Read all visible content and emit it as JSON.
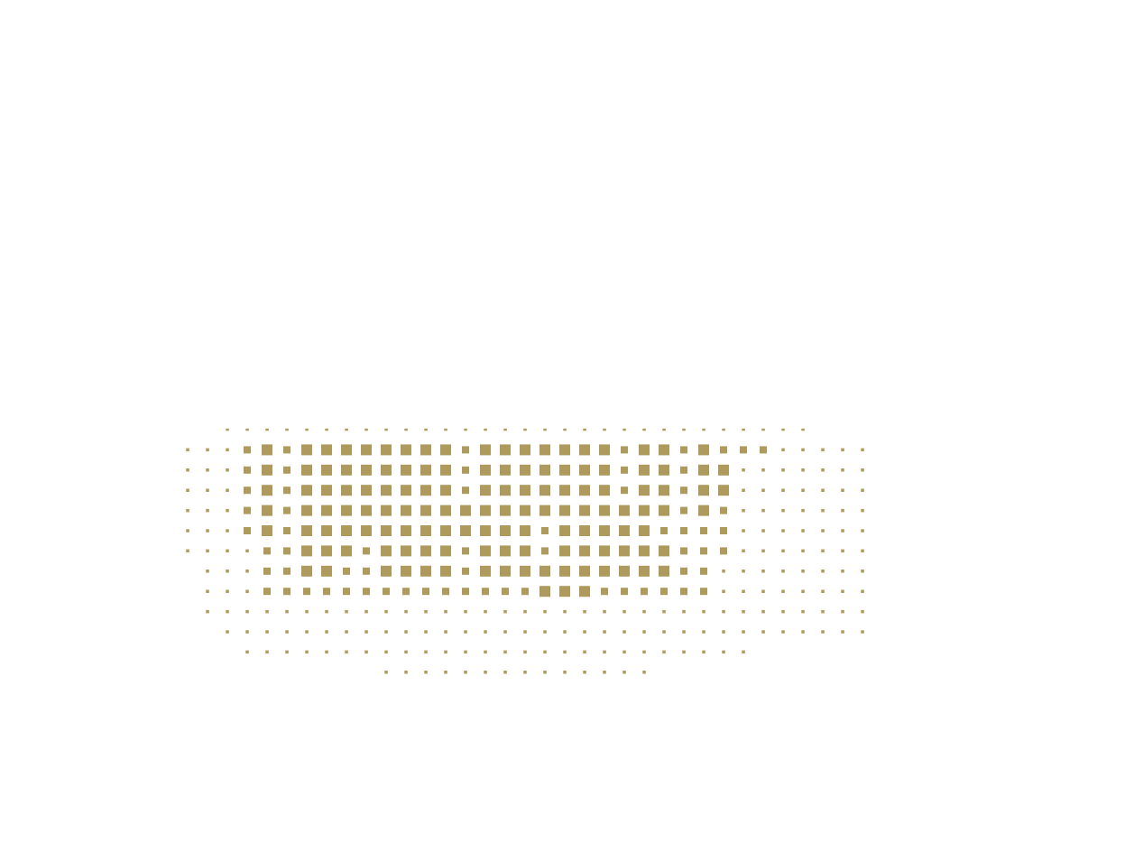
{
  "background_color": "#ffffff",
  "mark_color": "#ad9a5c",
  "mark_shape": "square",
  "pattern": {
    "description_key": "dot-matrix-halftone-band",
    "rows": [
      {
        "sizes": [
          0,
          0,
          1,
          1,
          1,
          1,
          1,
          1,
          1,
          1,
          1,
          1,
          1,
          1,
          1,
          1,
          1,
          1,
          1,
          1,
          1,
          1,
          1,
          1,
          1,
          1,
          1,
          1,
          1,
          1,
          1,
          1,
          0,
          0,
          0
        ]
      },
      {
        "sizes": [
          1,
          1,
          1,
          2,
          3,
          2,
          3,
          3,
          3,
          3,
          3,
          3,
          3,
          3,
          2,
          3,
          3,
          3,
          3,
          3,
          3,
          3,
          2,
          3,
          3,
          2,
          3,
          2,
          2,
          2,
          1,
          1,
          1,
          1,
          1
        ]
      },
      {
        "sizes": [
          1,
          1,
          1,
          2,
          3,
          2,
          3,
          3,
          3,
          3,
          3,
          3,
          3,
          3,
          2,
          3,
          3,
          3,
          3,
          3,
          3,
          3,
          2,
          3,
          3,
          2,
          3,
          3,
          1,
          1,
          1,
          1,
          1,
          1,
          1
        ]
      },
      {
        "sizes": [
          1,
          1,
          1,
          2,
          3,
          2,
          3,
          3,
          3,
          3,
          3,
          3,
          3,
          3,
          2,
          3,
          3,
          3,
          3,
          3,
          3,
          3,
          2,
          3,
          3,
          2,
          3,
          3,
          1,
          1,
          1,
          1,
          1,
          1,
          1
        ]
      },
      {
        "sizes": [
          1,
          1,
          1,
          2,
          3,
          2,
          3,
          3,
          3,
          3,
          3,
          3,
          3,
          3,
          3,
          3,
          3,
          3,
          3,
          3,
          3,
          3,
          3,
          3,
          3,
          2,
          3,
          2,
          1,
          1,
          1,
          1,
          1,
          1,
          1
        ]
      },
      {
        "sizes": [
          1,
          1,
          1,
          2,
          3,
          2,
          3,
          3,
          3,
          3,
          3,
          3,
          3,
          3,
          3,
          3,
          3,
          3,
          2,
          3,
          3,
          3,
          3,
          3,
          2,
          2,
          2,
          2,
          1,
          1,
          1,
          1,
          1,
          1,
          1
        ]
      },
      {
        "sizes": [
          1,
          1,
          1,
          1,
          2,
          2,
          3,
          3,
          3,
          2,
          3,
          3,
          3,
          3,
          2,
          3,
          3,
          3,
          2,
          3,
          3,
          3,
          3,
          3,
          3,
          2,
          2,
          2,
          1,
          1,
          1,
          1,
          1,
          1,
          1
        ]
      },
      {
        "sizes": [
          0,
          1,
          1,
          1,
          2,
          2,
          3,
          3,
          2,
          2,
          3,
          3,
          3,
          3,
          2,
          3,
          3,
          3,
          3,
          3,
          3,
          3,
          3,
          3,
          3,
          2,
          2,
          1,
          1,
          1,
          1,
          1,
          1,
          1,
          1
        ]
      },
      {
        "sizes": [
          0,
          1,
          1,
          1,
          2,
          2,
          2,
          2,
          2,
          2,
          2,
          2,
          2,
          2,
          2,
          2,
          2,
          2,
          3,
          3,
          3,
          2,
          2,
          2,
          2,
          2,
          2,
          1,
          1,
          1,
          1,
          1,
          1,
          1,
          1
        ]
      },
      {
        "sizes": [
          0,
          1,
          1,
          1,
          1,
          1,
          1,
          1,
          1,
          1,
          1,
          1,
          1,
          1,
          1,
          1,
          1,
          1,
          1,
          1,
          1,
          1,
          1,
          1,
          1,
          1,
          1,
          1,
          1,
          1,
          1,
          1,
          1,
          1,
          1
        ]
      },
      {
        "sizes": [
          0,
          0,
          1,
          1,
          1,
          1,
          1,
          1,
          1,
          1,
          1,
          1,
          1,
          1,
          1,
          1,
          1,
          1,
          1,
          1,
          1,
          1,
          1,
          1,
          1,
          1,
          1,
          1,
          1,
          1,
          1,
          1,
          1,
          1,
          1
        ]
      },
      {
        "sizes": [
          0,
          0,
          0,
          1,
          1,
          1,
          1,
          1,
          1,
          1,
          1,
          1,
          1,
          1,
          1,
          1,
          1,
          1,
          1,
          1,
          1,
          1,
          1,
          1,
          1,
          1,
          1,
          1,
          1,
          0,
          0,
          0,
          0,
          0,
          0
        ]
      },
      {
        "sizes": [
          0,
          0,
          0,
          0,
          0,
          0,
          0,
          0,
          0,
          0,
          1,
          1,
          1,
          1,
          1,
          1,
          1,
          1,
          1,
          1,
          1,
          1,
          1,
          1,
          0,
          0,
          0,
          0,
          0,
          0,
          0,
          0,
          0,
          0,
          0
        ]
      }
    ]
  }
}
